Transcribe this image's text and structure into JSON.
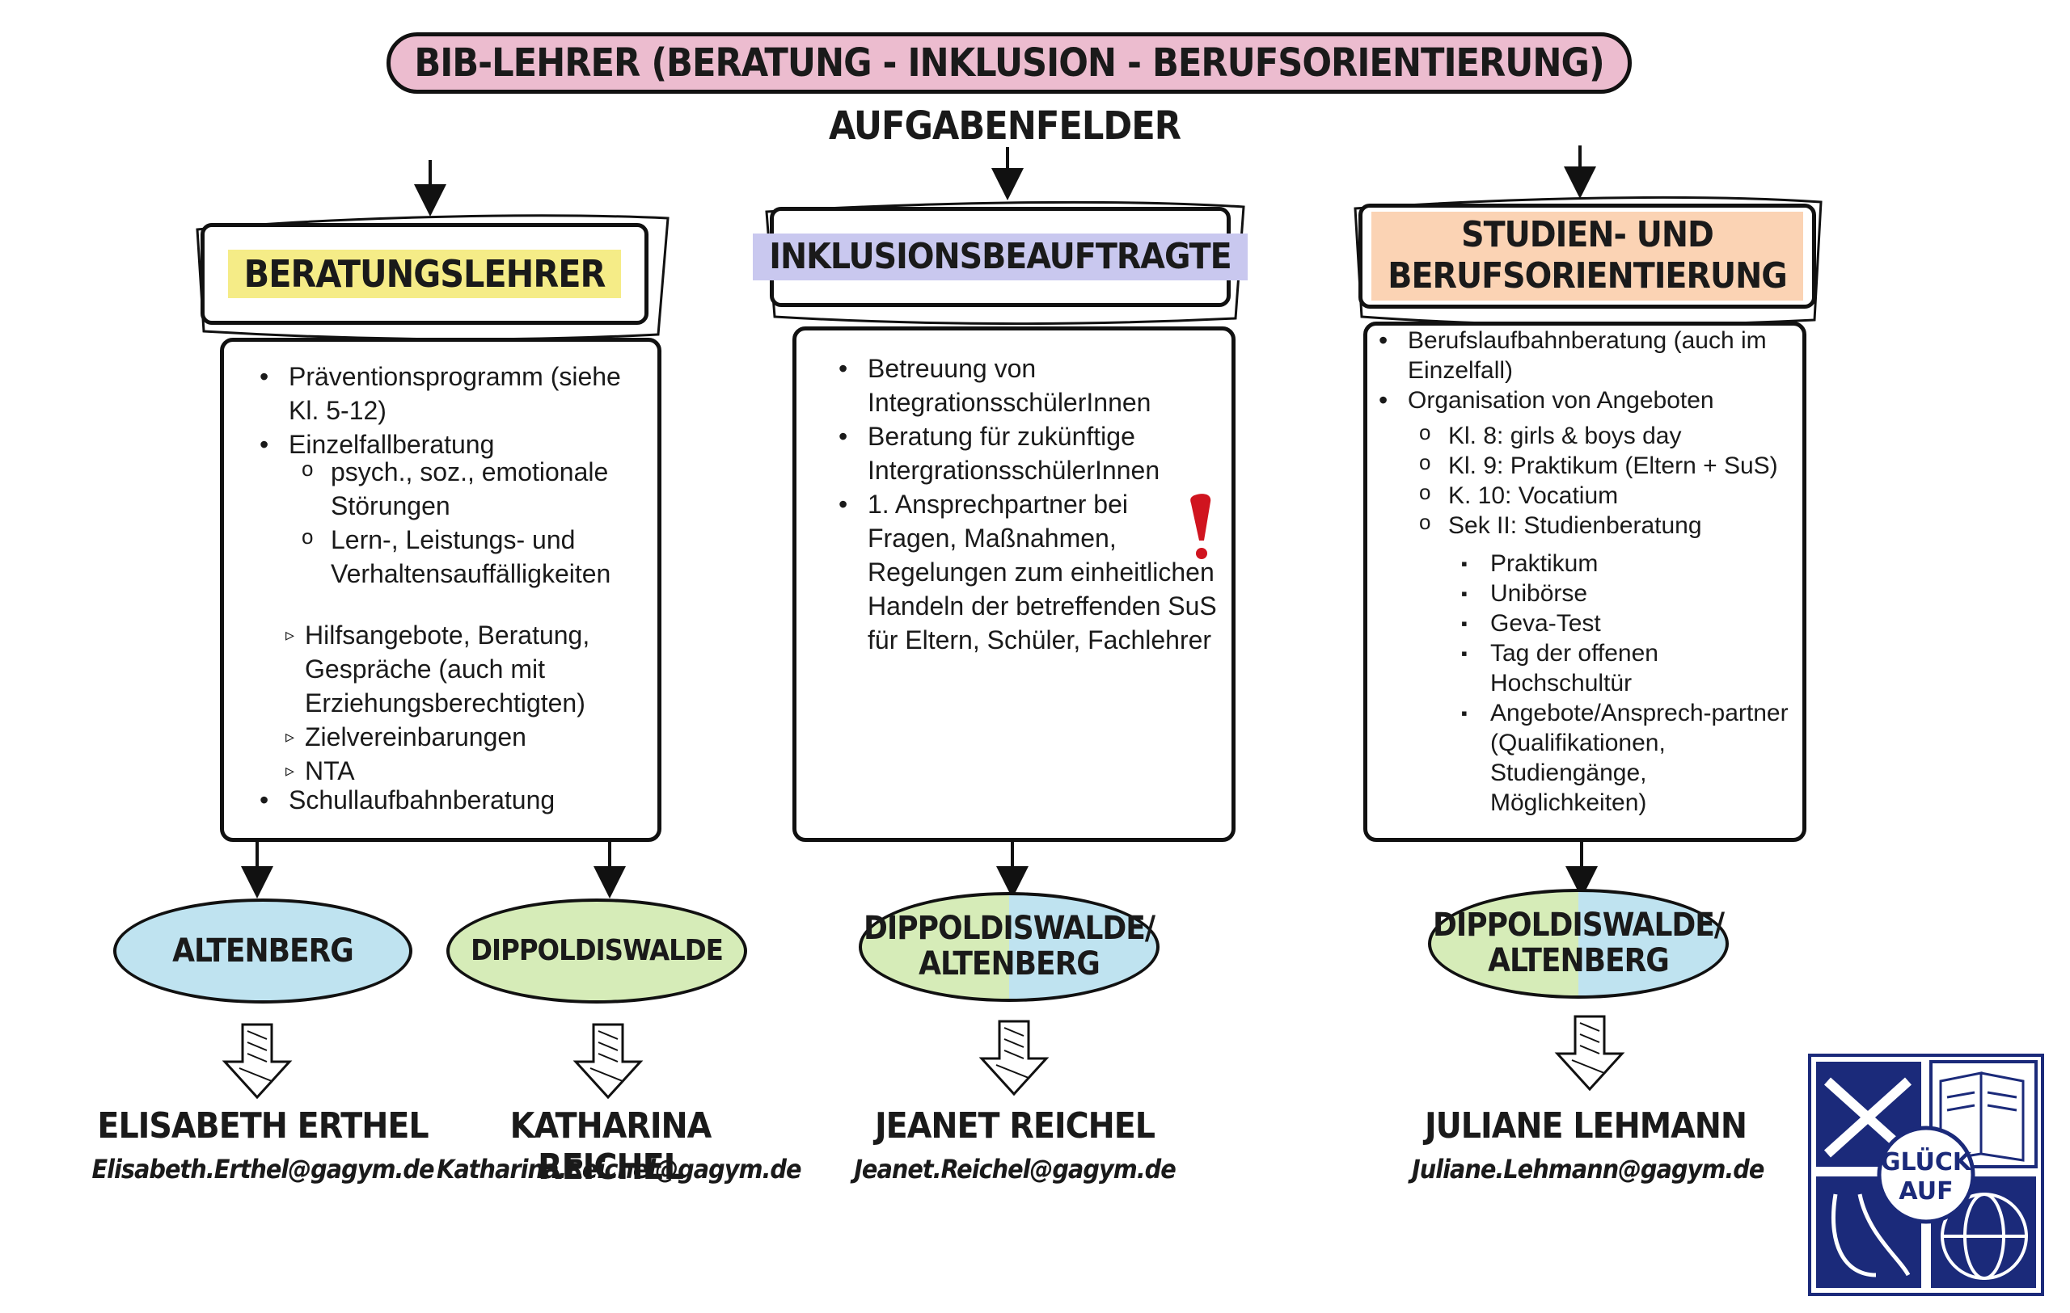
{
  "title": "BIB-LEHRER (BERATUNG - INKLUSION - BERUFSORIENTIERUNG)",
  "subtitle": "AUFGABENFELDER",
  "colors": {
    "title_pill": "#ecbccf",
    "yellow": "#f5ec87",
    "lavender": "#c9c8ef",
    "peach": "#fbd3b4",
    "blue": "#bfe3f0",
    "green": "#d6ecb8",
    "logo_blue": "#1b2a7a",
    "exclaim": "#d0141f"
  },
  "columns": [
    {
      "heading": "BERATUNGSLEHRER",
      "items": {
        "i1": "Präventionsprogramm (siehe Kl. 5-12)",
        "i2": "Einzelfallberatung",
        "i2a": "psych., soz., emotionale Störungen",
        "i2b": "Lern-, Leistungs- und Verhaltensauffälligkeiten",
        "t1": "Hilfsangebote, Beratung, Gespräche (auch mit Erziehungsberechtigten)",
        "t2": "Zielvereinbarungen",
        "t3": "NTA",
        "i3": "Schullaufbahnberatung"
      }
    },
    {
      "heading": "INKLUSIONSBEAUFTRAGTE",
      "items": {
        "i1": "Betreuung von IntegrationsschülerInnen",
        "i2": "Beratung für zukünftige IntergrationsschülerInnen",
        "i3": "1. Ansprechpartner bei Fragen, Maßnahmen, Regelungen zum einheitlichen Handeln der betreffenden SuS für Eltern, Schüler, Fachlehrer"
      }
    },
    {
      "heading_l1": "STUDIEN- UND",
      "heading_l2": "BERUFSORIENTIERUNG",
      "items": {
        "i1": "Berufslaufbahnberatung (auch im Einzelfall)",
        "i2": "Organisation von Angeboten",
        "s1": "Kl. 8: girls & boys day",
        "s2": "Kl. 9: Praktikum (Eltern + SuS)",
        "s3": "K. 10: Vocatium",
        "s4": "Sek II: Studienberatung",
        "q1": "Praktikum",
        "q2": "Unibörse",
        "q3": "Geva-Test",
        "q4": "Tag der offenen Hochschultür",
        "q5": "Angebote/Ansprech-partner (Qualifikationen, Studiengänge, Möglichkeiten)"
      }
    }
  ],
  "locations": {
    "altenberg": "ALTENBERG",
    "dippoldiswalde": "DIPPOLDISWALDE",
    "dipp_alt_1_l1": "DIPPOLDISWALDE/",
    "dipp_alt_1_l2": "ALTENBERG",
    "dipp_alt_2_l1": "DIPPOLDISWALDE/",
    "dipp_alt_2_l2": "ALTENBERG"
  },
  "contacts": [
    {
      "name": "ELISABETH ERTHEL",
      "email": "Elisabeth.Erthel@gagym.de"
    },
    {
      "name": "KATHARINA REICHEL",
      "email": "Katharina.Reichel@gagym.de"
    },
    {
      "name": "JEANET REICHEL",
      "email": "Jeanet.Reichel@gagym.de"
    },
    {
      "name": "JULIANE LEHMANN",
      "email": "Juliane.Lehmann@gagym.de"
    }
  ],
  "logo_text_l1": "GLÜCK",
  "logo_text_l2": "AUF"
}
